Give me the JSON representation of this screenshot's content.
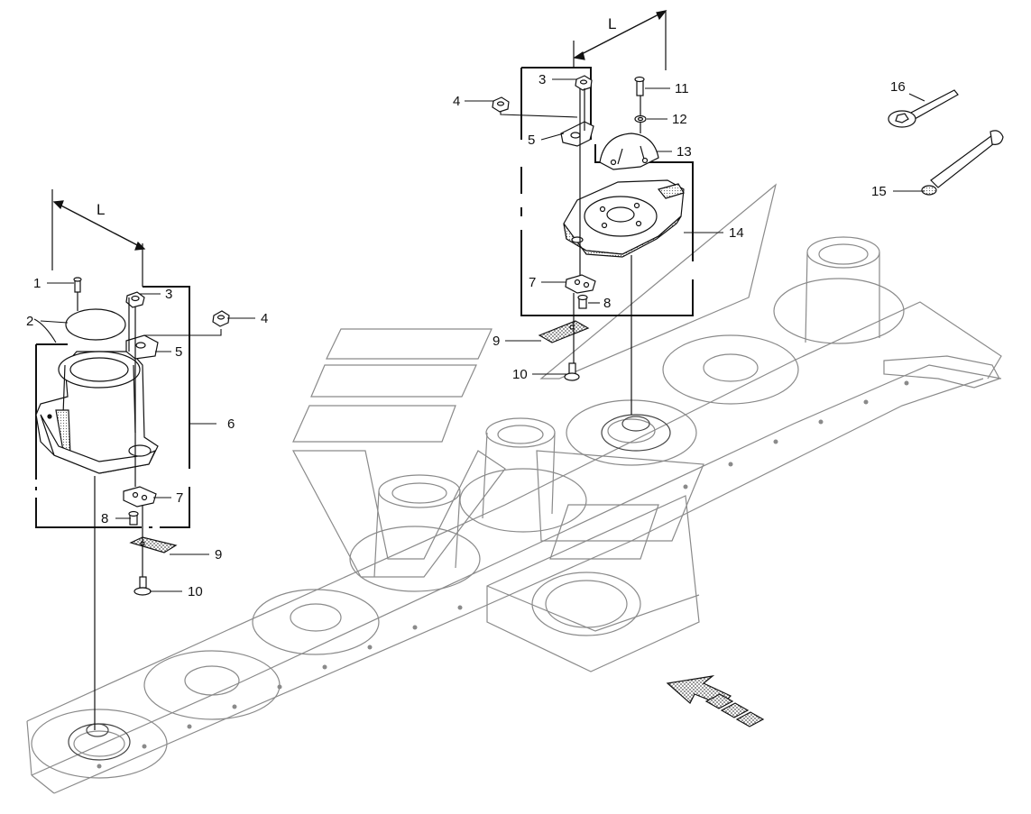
{
  "dimension_label": "L",
  "callouts": {
    "c1": "1",
    "c2": "2",
    "c3_left": "3",
    "c4_left": "4",
    "c5_left": "5",
    "c6": "6",
    "c7_left": "7",
    "c8_left": "8",
    "c9_left": "9",
    "c10_left": "10",
    "c3_right": "3",
    "c4_right": "4",
    "c5_right": "5",
    "c7_right": "7",
    "c8_right": "8",
    "c9_right": "9",
    "c10_right": "10",
    "c11": "11",
    "c12": "12",
    "c13": "13",
    "c14": "14",
    "c15": "15",
    "c16": "16"
  },
  "colors": {
    "line": "#111111",
    "ghost": "#8a8a8a",
    "stipple": "#bdbdbd"
  },
  "icons": [
    "direction-arrow-icon",
    "wrench-icon",
    "socket-key-icon"
  ]
}
